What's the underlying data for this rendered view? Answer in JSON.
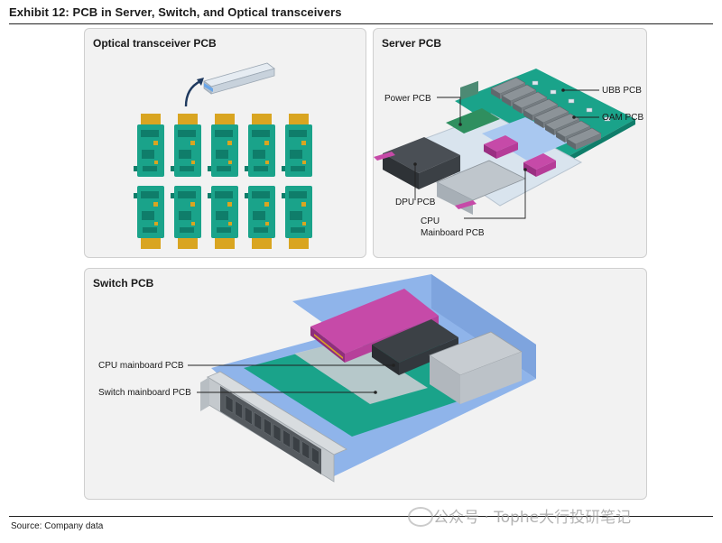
{
  "header": {
    "title": "Exhibit 12: PCB in Server, Switch, and Optical transceivers"
  },
  "panels": {
    "optical": {
      "title": "Optical transceiver PCB"
    },
    "server": {
      "title": "Server PCB",
      "labels": {
        "power": "Power PCB",
        "ubb": "UBB PCB",
        "oam": "OAM PCB",
        "dpu": "DPU PCB",
        "cpu_line1": "CPU",
        "cpu_line2": "Mainboard PCB"
      }
    },
    "switch": {
      "title": "Switch PCB",
      "labels": {
        "cpu": "CPU mainboard PCB",
        "switch": "Switch mainboard PCB"
      }
    }
  },
  "footer": {
    "source": "Source: Company data",
    "watermark": "公众号 · Tophe大行投研笔记"
  },
  "colors": {
    "pcb_green": "#1aa38a",
    "pcb_dark": "#0f7d6a",
    "gold": "#d9a521",
    "magenta": "#c64aa8",
    "light_blue": "#9cc2ee",
    "chassis_blue": "#8fb4ea",
    "navy_arrow": "#1f3a5f"
  }
}
